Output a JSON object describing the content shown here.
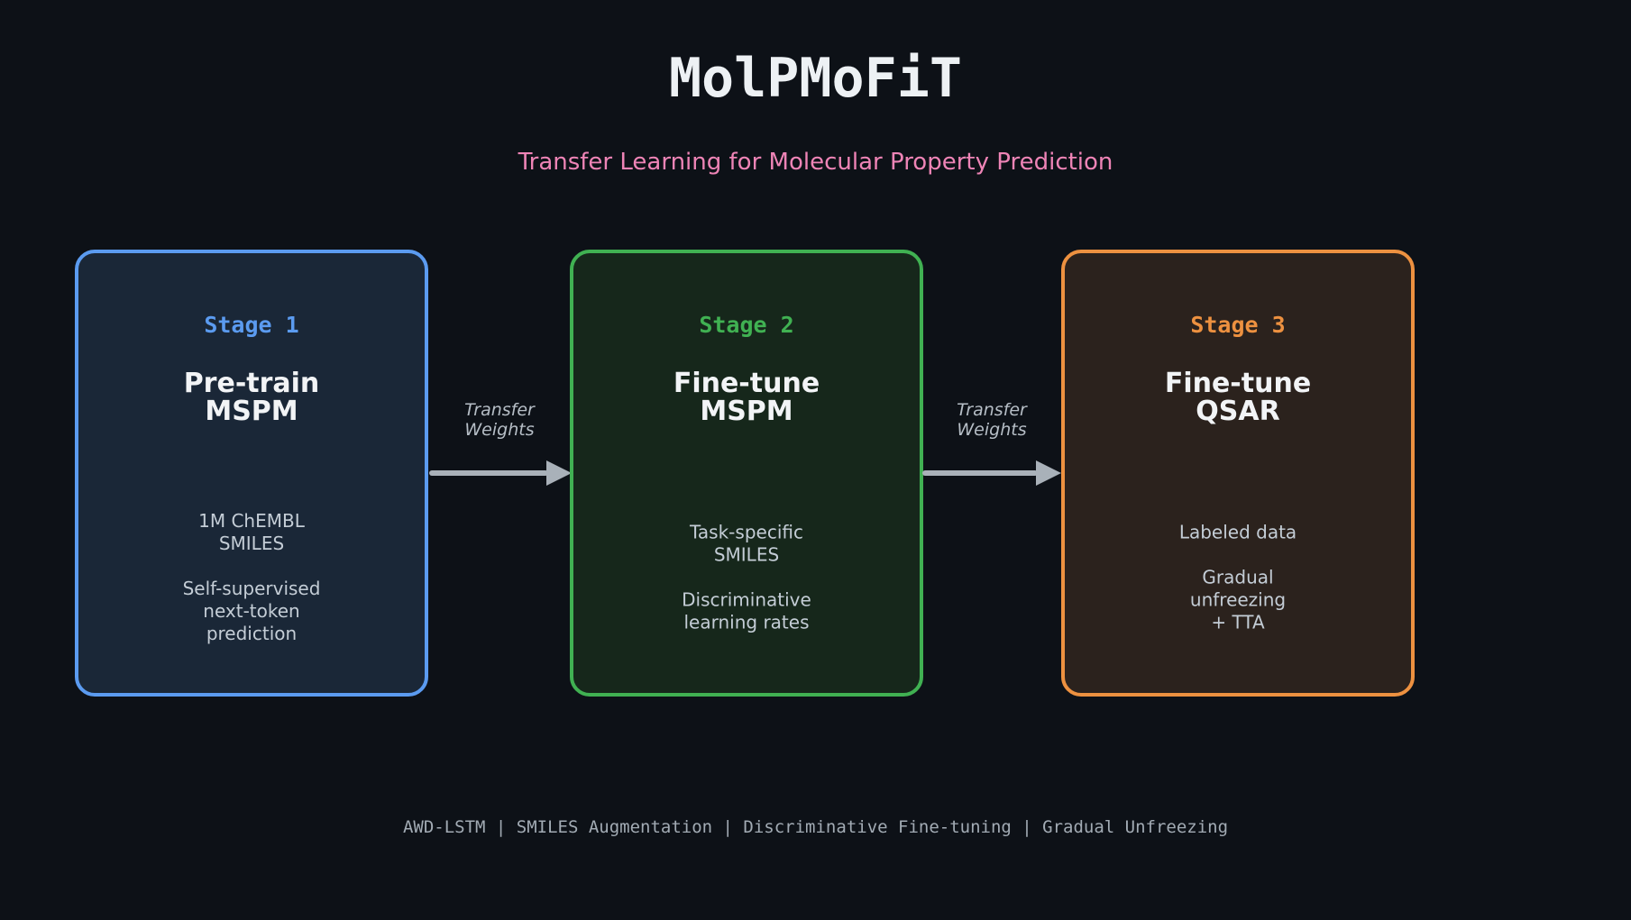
{
  "page": {
    "title": "MolPMoFiT",
    "subtitle": "Transfer Learning for Molecular Property Prediction",
    "subtitle_color": "#ee84b6",
    "background_color": "#0d1117",
    "footer": "AWD-LSTM | SMILES Augmentation | Discriminative Fine-tuning | Gradual Unfreezing"
  },
  "stages": [
    {
      "label": "Stage 1",
      "title": "Pre-train\nMSPM",
      "details": "1M ChEMBL\nSMILES\n\nSelf-supervised\nnext-token\nprediction",
      "accent_color": "#5b9bf0",
      "fill_color": "#1a2737"
    },
    {
      "label": "Stage 2",
      "title": "Fine-tune\nMSPM",
      "details": "Task-specific\nSMILES\n\nDiscriminative\nlearning rates",
      "accent_color": "#40b152",
      "fill_color": "#16271b"
    },
    {
      "label": "Stage 3",
      "title": "Fine-tune\nQSAR",
      "details": "Labeled data\n\nGradual\nunfreezing\n+ TTA",
      "accent_color": "#ed9140",
      "fill_color": "#2b221d"
    }
  ],
  "arrows": [
    {
      "label": "Transfer\nWeights"
    },
    {
      "label": "Transfer\nWeights"
    }
  ],
  "arrow_color": "#a9b1b9"
}
